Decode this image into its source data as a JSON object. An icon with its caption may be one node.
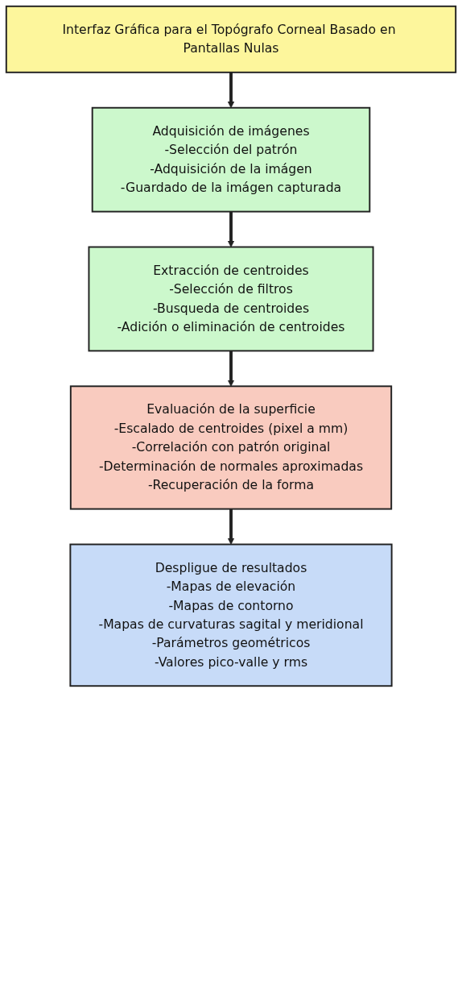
{
  "diagram": {
    "nodes": [
      {
        "text": [
          "Interfaz Gráfica para el Topógrafo Corneal Basado en Pantallas Nulas"
        ]
      },
      {
        "text": [
          "Adquisición de imágenes",
          "-Selección del patrón",
          "-Adquisición de la imágen",
          "-Guardado de la imágen capturada"
        ]
      },
      {
        "text": [
          "Extracción de centroides",
          "-Selección de filtros",
          "-Busqueda de centroides",
          "-Adición o eliminación de centroides"
        ]
      },
      {
        "text": [
          "Evaluación de la superficie",
          "-Escalado de centroides (pixel a mm)",
          "-Correlación con patrón original",
          "-Determinación de normales aproximadas",
          "-Recuperación de la forma"
        ]
      },
      {
        "text": [
          "Despligue de resultados",
          "-Mapas de elevación",
          "-Mapas de contorno",
          "-Mapas de curvaturas sagital y meridional",
          "-Parámetros geométricos",
          "-Valores pico-valle y rms"
        ]
      }
    ],
    "edges": [
      {
        "from": 0,
        "to": 1,
        "arrow": "to"
      },
      {
        "from": 1,
        "to": 2,
        "arrow": "to"
      },
      {
        "from": 2,
        "to": 3,
        "arrow": "to"
      },
      {
        "from": 3,
        "to": 4,
        "arrow": "to"
      }
    ]
  }
}
